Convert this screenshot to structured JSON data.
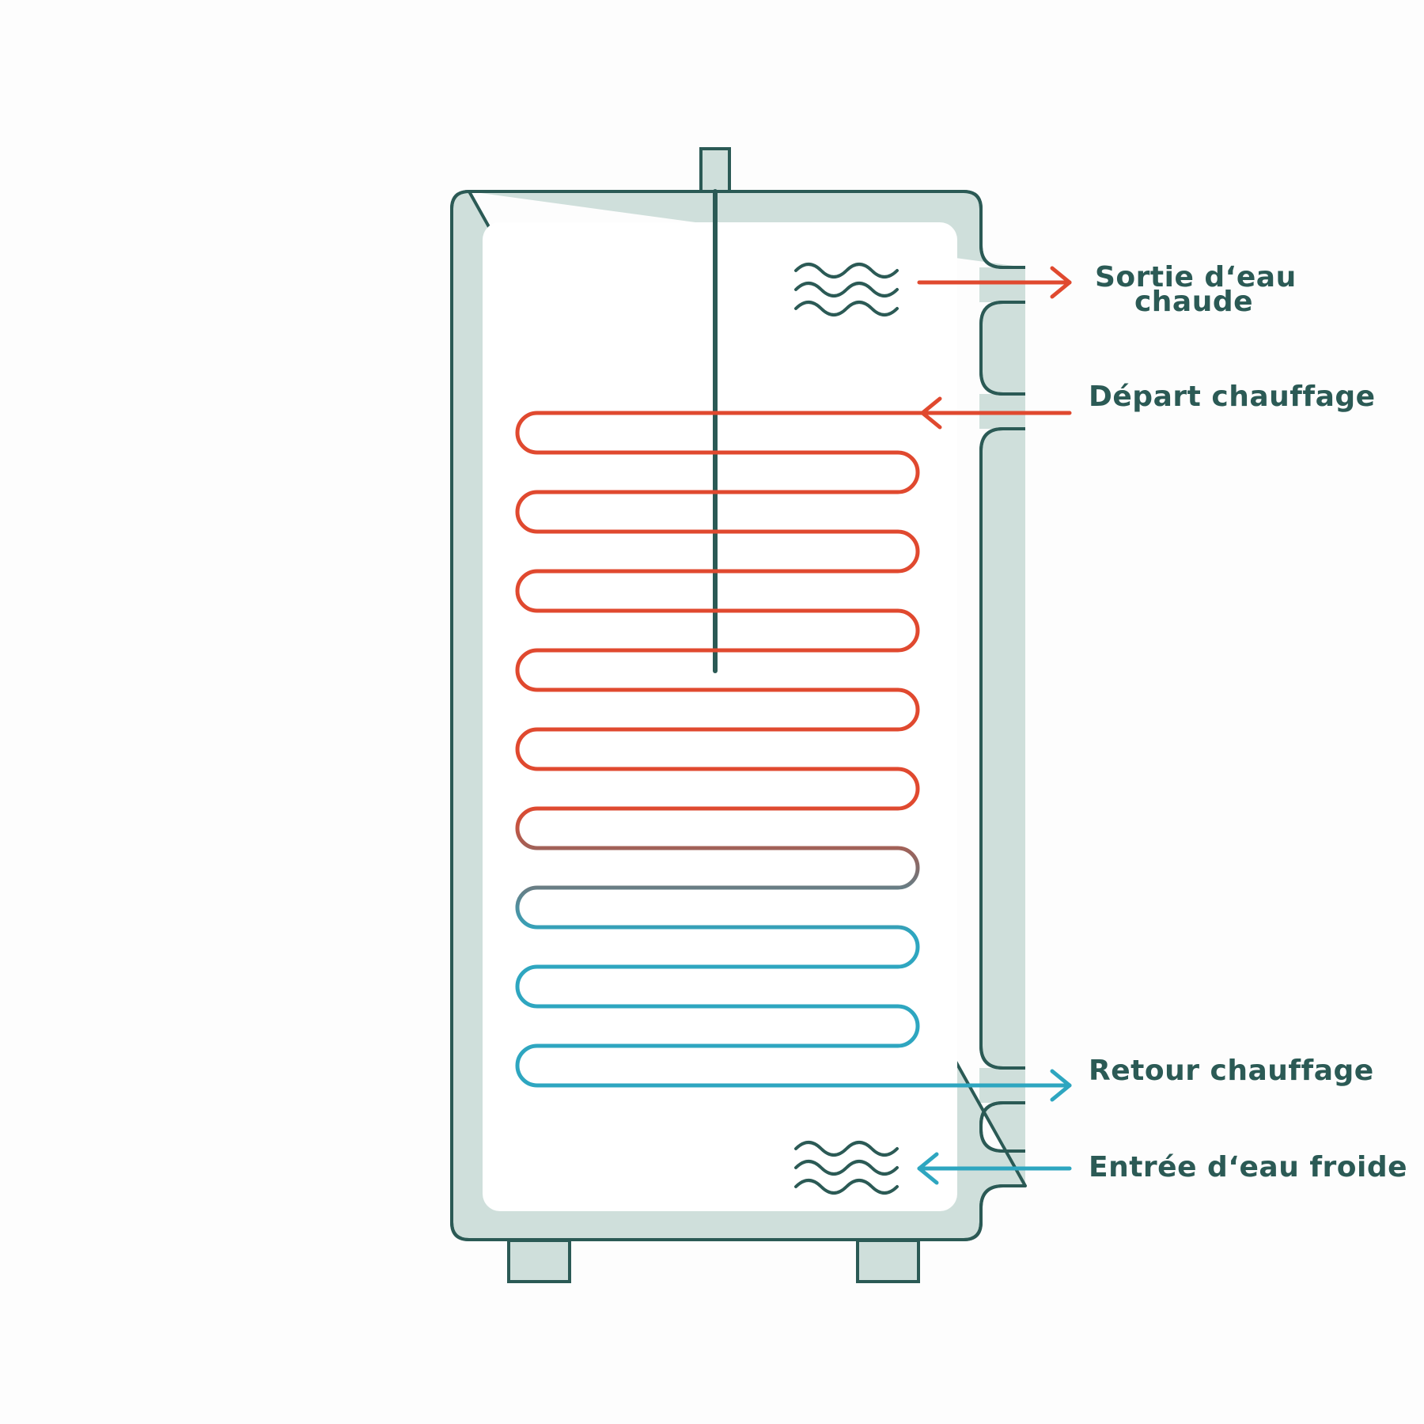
{
  "colors": {
    "tank_outline": "#2b5a55",
    "insulation": "#cfdfdb",
    "interior": "#ffffff",
    "hot": "#e0492f",
    "transition": "#7f6e6e",
    "cold": "#2ea6c0",
    "text": "#2b5a55"
  },
  "icons": {
    "hot_water_waves": "waves-icon",
    "cold_water_waves": "waves-icon"
  },
  "labels": {
    "hot_water_out": {
      "line1": "Sortie d‘eau",
      "line2": "chaude"
    },
    "heating_flow": "Départ chauffage",
    "heating_return": "Retour chauffage",
    "cold_water_in": "Entrée d‘eau froide"
  }
}
